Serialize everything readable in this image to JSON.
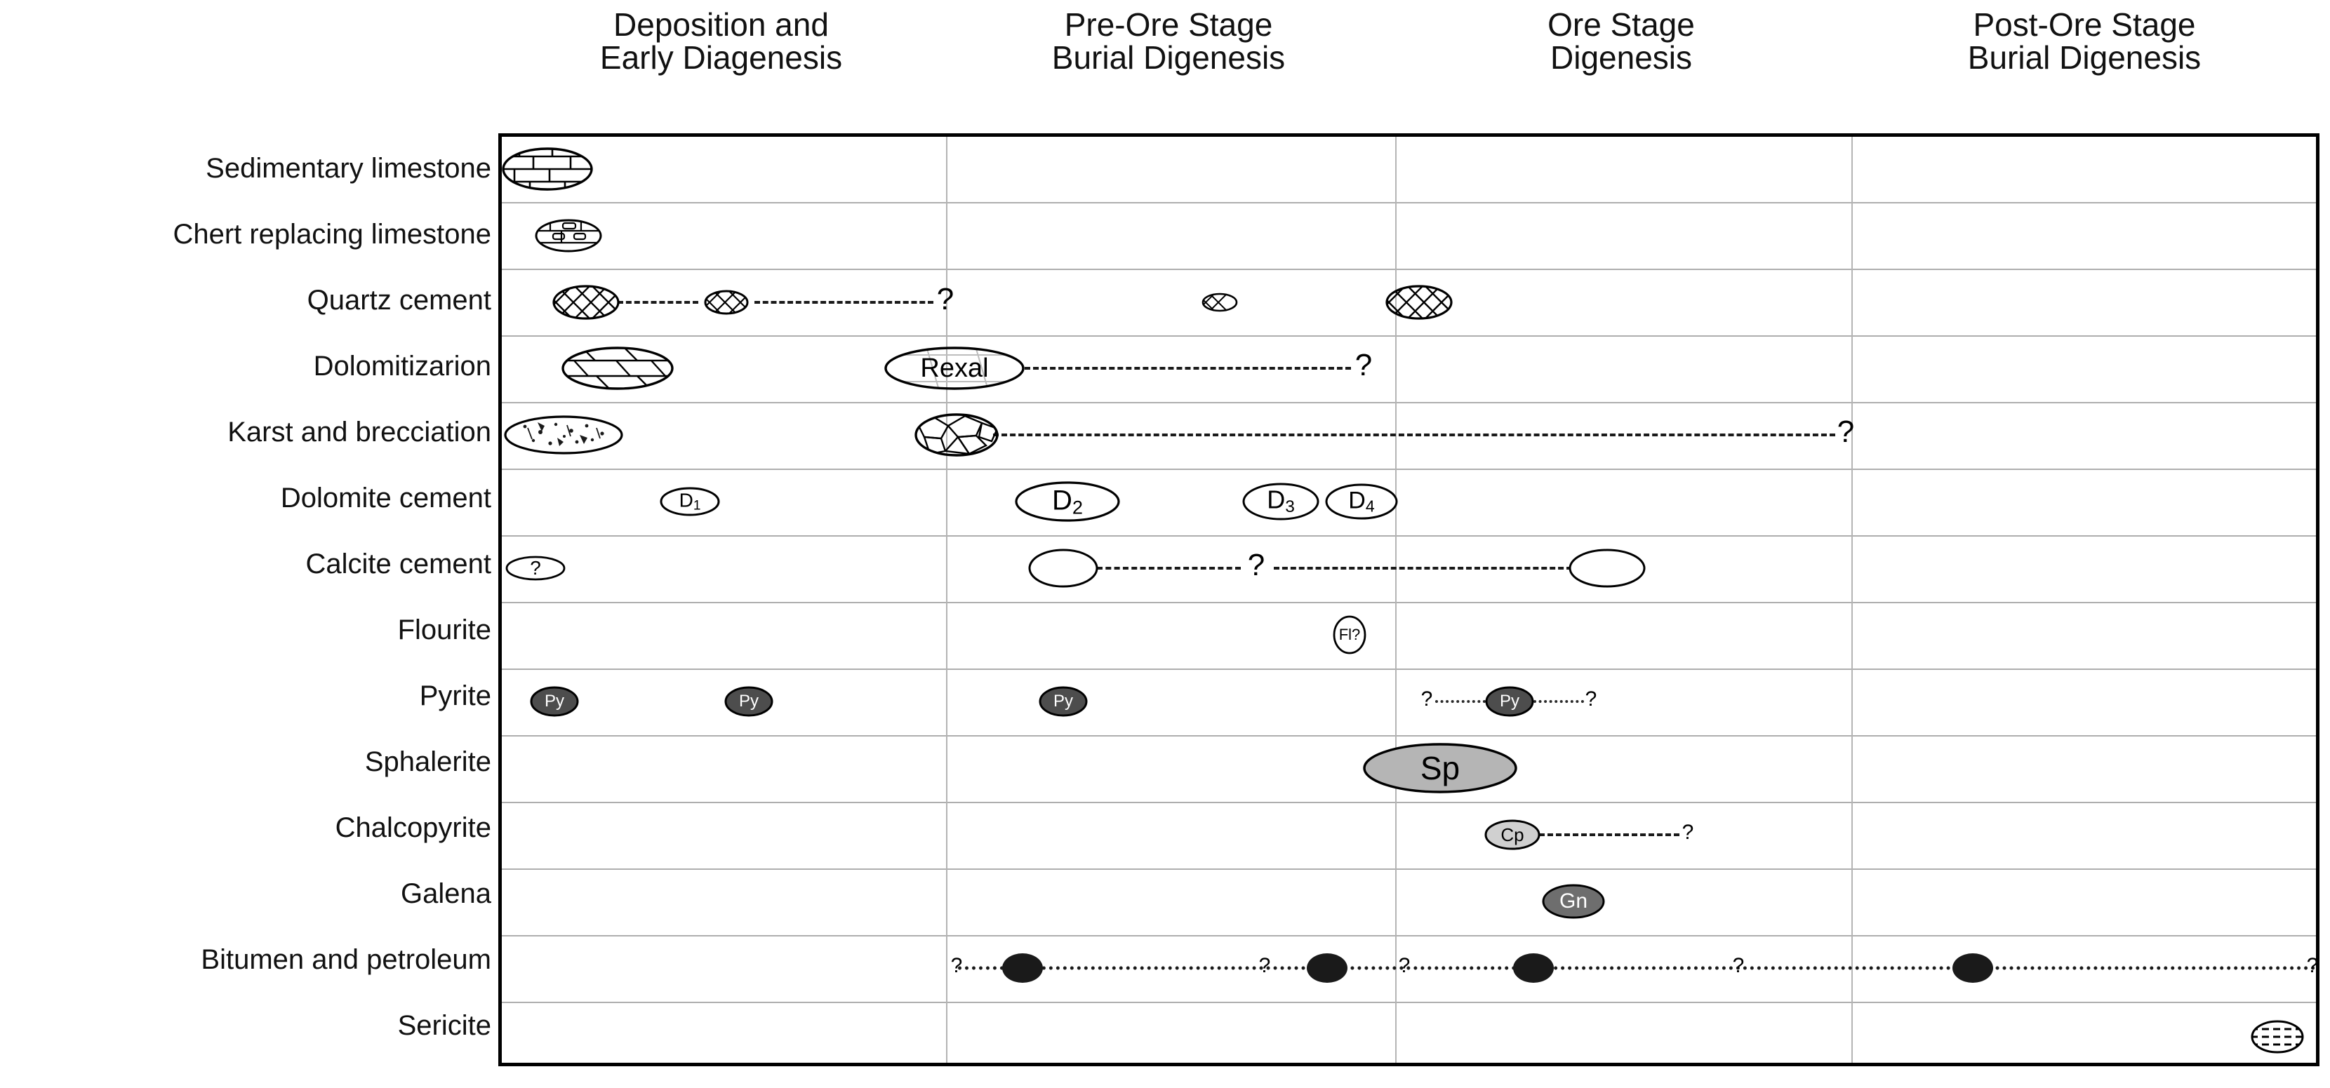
{
  "figure": {
    "type": "paragenetic-sequence-chart",
    "description": "Paragenetic sequence table of mineral phases across four diagenetic stages"
  },
  "columns": [
    {
      "id": "deposition",
      "line1": "Deposition and",
      "line2": "Early Diagenesis"
    },
    {
      "id": "pre-ore",
      "line1": "Pre-Ore Stage",
      "line2": "Burial Digenesis"
    },
    {
      "id": "ore",
      "line1": "Ore Stage",
      "line2": "Digenesis"
    },
    {
      "id": "post-ore",
      "line1": "Post-Ore Stage",
      "line2": "Burial Digenesis"
    }
  ],
  "rows": [
    {
      "id": "sedimentary-limestone",
      "label": "Sedimentary limestone"
    },
    {
      "id": "chert-replacing-limestone",
      "label": "Chert replacing limestone"
    },
    {
      "id": "quartz-cement",
      "label": "Quartz cement"
    },
    {
      "id": "dolomitizarion",
      "label": "Dolomitizarion"
    },
    {
      "id": "karst-and-brecciation",
      "label": "Karst and brecciation"
    },
    {
      "id": "dolomite-cement",
      "label": "Dolomite cement"
    },
    {
      "id": "calcite-cement",
      "label": "Calcite cement"
    },
    {
      "id": "flourite",
      "label": "Flourite"
    },
    {
      "id": "pyrite",
      "label": "Pyrite"
    },
    {
      "id": "sphalerite",
      "label": "Sphalerite"
    },
    {
      "id": "chalcopyrite",
      "label": "Chalcopyrite"
    },
    {
      "id": "galena",
      "label": "Galena"
    },
    {
      "id": "bitumen-and-petroleum",
      "label": "Bitumen and petroleum"
    },
    {
      "id": "sericite",
      "label": "Sericite"
    }
  ],
  "symbol_labels": {
    "rexal": "Rexal",
    "d1": "D",
    "d1_sub": "1",
    "d2": "D",
    "d2_sub": "2",
    "d3": "D",
    "d3_sub": "3",
    "d4": "D",
    "d4_sub": "4",
    "calcite_query": "?",
    "flourite": "Fl?",
    "pyrite": "Py",
    "sphalerite": "Sp",
    "chalcopyrite": "Cp",
    "galena": "Gn",
    "question": "?"
  },
  "colors": {
    "background": "#ffffff",
    "frame": "#000000",
    "gridline": "#b0b0b0",
    "text": "#111111",
    "pyrite_fill": "#4d4d4d",
    "sphalerite_fill": "#b5b5b5",
    "chalcopyrite_fill": "#d0d0d0",
    "galena_fill": "#6e6e6e",
    "bitumen_fill": "#1a1a1a",
    "open_fill": "#ffffff"
  },
  "chart_data": {
    "type": "table",
    "title": "",
    "xlabel": "",
    "ylabel": "",
    "categories": [
      "Deposition and Early Diagenesis",
      "Pre-Ore Stage Burial Digenesis",
      "Ore Stage Digenesis",
      "Post-Ore Stage Burial Digenesis"
    ],
    "entries": [
      {
        "row": "Sedimentary limestone",
        "stages": [
          "Deposition and Early Diagenesis"
        ],
        "symbols": [
          "limestone-brick-ellipse"
        ]
      },
      {
        "row": "Chert replacing limestone",
        "stages": [
          "Deposition and Early Diagenesis"
        ],
        "symbols": [
          "chert-ellipse"
        ]
      },
      {
        "row": "Quartz cement",
        "stages": [
          "Deposition and Early Diagenesis",
          "Pre-Ore Stage Burial Digenesis",
          "Ore Stage Digenesis"
        ],
        "symbols": [
          "crosshatch-ellipse",
          "crosshatch-ellipse",
          "crosshatch-ellipse",
          "crosshatch-ellipse"
        ],
        "uncertain": true
      },
      {
        "row": "Dolomitizarion",
        "stages": [
          "Deposition and Early Diagenesis",
          "Pre-Ore Stage Burial Digenesis"
        ],
        "symbols": [
          "dolomite-ellipse",
          "Rexal"
        ],
        "uncertain": true
      },
      {
        "row": "Karst and brecciation",
        "stages": [
          "Deposition and Early Diagenesis",
          "Pre-Ore Stage Burial Digenesis"
        ],
        "symbols": [
          "breccia-ellipse",
          "breccia-ellipse"
        ],
        "uncertain": true
      },
      {
        "row": "Dolomite cement",
        "stages": [
          "Deposition and Early Diagenesis",
          "Pre-Ore Stage Burial Digenesis",
          "Ore Stage Digenesis"
        ],
        "symbols": [
          "D1",
          "D2",
          "D3",
          "D4"
        ]
      },
      {
        "row": "Calcite cement",
        "stages": [
          "Deposition and Early Diagenesis",
          "Pre-Ore Stage Burial Digenesis",
          "Ore Stage Digenesis"
        ],
        "symbols": [
          "?",
          "open-ellipse",
          "open-ellipse"
        ],
        "uncertain": true
      },
      {
        "row": "Flourite",
        "stages": [
          "Pre-Ore Stage Burial Digenesis"
        ],
        "symbols": [
          "Fl?"
        ]
      },
      {
        "row": "Pyrite",
        "stages": [
          "Deposition and Early Diagenesis",
          "Pre-Ore Stage Burial Digenesis",
          "Ore Stage Digenesis"
        ],
        "symbols": [
          "Py",
          "Py",
          "Py",
          "Py"
        ],
        "uncertain": true
      },
      {
        "row": "Sphalerite",
        "stages": [
          "Ore Stage Digenesis"
        ],
        "symbols": [
          "Sp"
        ]
      },
      {
        "row": "Chalcopyrite",
        "stages": [
          "Ore Stage Digenesis"
        ],
        "symbols": [
          "Cp"
        ],
        "uncertain": true
      },
      {
        "row": "Galena",
        "stages": [
          "Ore Stage Digenesis"
        ],
        "symbols": [
          "Gn"
        ]
      },
      {
        "row": "Bitumen and petroleum",
        "stages": [
          "Pre-Ore Stage Burial Digenesis",
          "Ore Stage Digenesis",
          "Post-Ore Stage Burial Digenesis"
        ],
        "symbols": [
          "black-ellipse",
          "black-ellipse",
          "black-ellipse",
          "black-ellipse"
        ],
        "uncertain": true
      },
      {
        "row": "Sericite",
        "stages": [
          "Post-Ore Stage Burial Digenesis"
        ],
        "symbols": [
          "sericite-ellipse"
        ]
      }
    ]
  }
}
